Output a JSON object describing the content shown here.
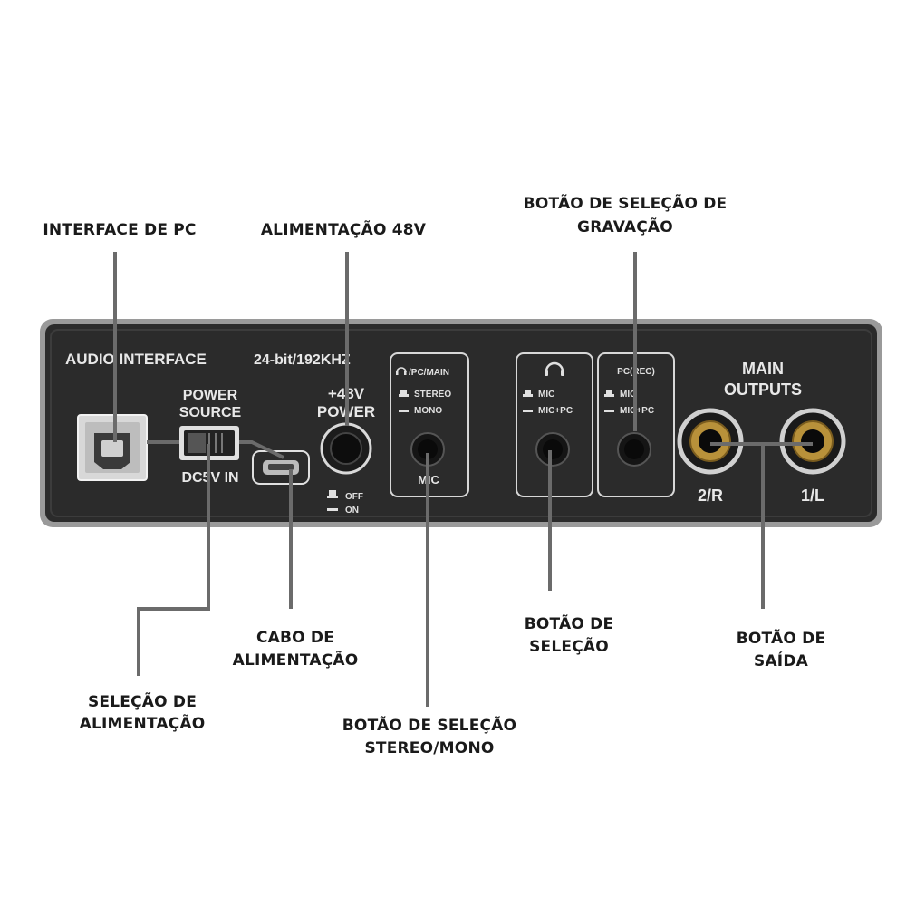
{
  "panel": {
    "title": "AUDIO INTERFACE",
    "spec": "24-bit/192KHZ",
    "power_source_line1": "POWER",
    "power_source_line2": "SOURCE",
    "dc_label": "DC5V IN",
    "phantom_line1": "+48V",
    "phantom_line2": "POWER",
    "off_label": "OFF",
    "on_label": "ON",
    "group1_title": "/PC/MAIN",
    "stereo_label": "STEREO",
    "mono_label": "MONO",
    "mic_label": "MIC",
    "group2_mic": "MIC",
    "group2_micpc": "MIC+PC",
    "group3_title": "PC(REC)",
    "group3_mic": "MIC",
    "group3_micpc": "MIC+PC",
    "main_line1": "MAIN",
    "main_line2": "OUTPUTS",
    "out_right": "2/R",
    "out_left": "1/L"
  },
  "callouts": {
    "pc_interface": "INTERFACE DE PC",
    "power_48v": "ALIMENTAÇÃO 48V",
    "rec_select_line1": "BOTÃO DE SELEÇÃO DE",
    "rec_select_line2": "GRAVAÇÃO",
    "power_cable_line1": "CABO DE",
    "power_cable_line2": "ALIMENTAÇÃO",
    "power_select_line1": "SELEÇÃO DE",
    "power_select_line2": "ALIMENTAÇÃO",
    "stereo_mono_line1": "BOTÃO DE SELEÇÃO",
    "stereo_mono_line2": "STEREO/MONO",
    "select_line1": "BOTÃO DE",
    "select_line2": "SELEÇÃO",
    "output_line1": "BOTÃO DE",
    "output_line2": "SAÍDA"
  },
  "icons": {
    "headphone": "headphone-icon",
    "usb": "usb-b-port-icon"
  },
  "colors": {
    "panel": "#2a2a2a",
    "frame": "#8a8a8a",
    "leader": "#6b6b6b"
  }
}
